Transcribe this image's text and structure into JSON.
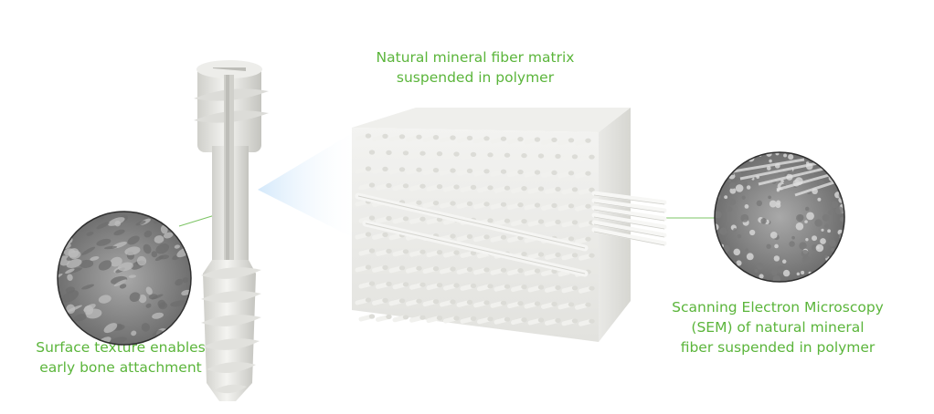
{
  "colors": {
    "caption": "#5bb53b",
    "leader": "#7cc464",
    "screw": "#e6e6e2",
    "screw_shade": "#c9c9c4",
    "fiber": "#f1f1ee",
    "fiber_end": "#dcdcd7",
    "sem_dark": "#6d6d6d",
    "sem_light": "#bdbdbd",
    "sem_ring": "#2f2f2f",
    "beam": "#d8ecfb"
  },
  "captions": {
    "top": [
      "Natural mineral fiber matrix",
      "suspended in polymer"
    ],
    "left": [
      "Surface texture enables",
      "early bone attachment"
    ],
    "right": [
      "Scanning Electron Microscopy",
      "(SEM) of natural mineral",
      "fiber suspended in polymer"
    ]
  },
  "icons": {
    "screw": "bone-screw-cutaway",
    "cube": "fiber-matrix-cube",
    "sem_left": "sem-micrograph-surface",
    "sem_right": "sem-micrograph-fiber"
  }
}
